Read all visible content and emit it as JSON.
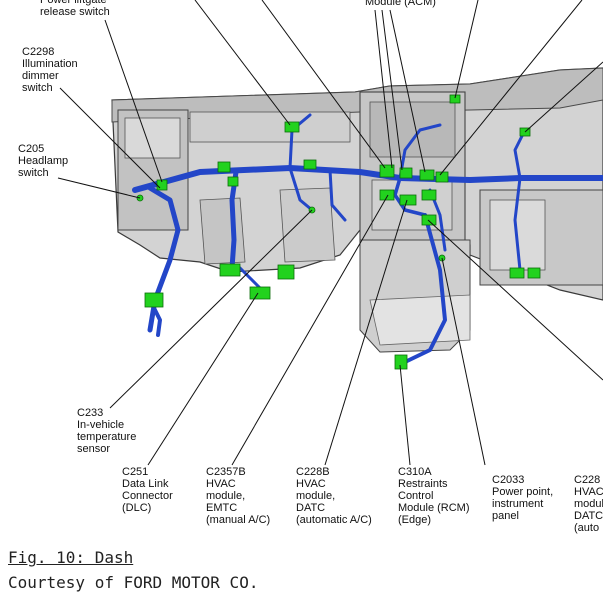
{
  "diagram": {
    "labels": {
      "liftgate": "Power liftgate\nrelease switch",
      "acm": "Module (ACM)",
      "c2298": "C2298\nIllumination\ndimmer\nswitch",
      "c205": "C205\nHeadlamp\nswitch",
      "c233": "C233\nIn-vehicle\ntemperature\nsensor",
      "c251": "C251\nData Link\nConnector\n(DLC)",
      "c2357b": "C2357B\nHVAC\nmodule,\nEMTC\n(manual A/C)",
      "c228b": "C228B\nHVAC\nmodule,\nDATC\n(automatic A/C)",
      "c310a": "C310A\nRestraints\nControl\nModule (RCM)\n(Edge)",
      "c2033": "C2033\nPower point,\ninstrument\npanel",
      "c228_cut": "C228\nHVAC\nmodule\nDATC\n(auto"
    }
  },
  "caption": {
    "figure": "Fig. 10: Dash",
    "credit": "Courtesy of FORD MOTOR CO."
  },
  "colors": {
    "harness": "#2346c8",
    "connector": "#22d21e",
    "panel": "#c9c9c9",
    "panel_edge": "#3a3a3a"
  }
}
